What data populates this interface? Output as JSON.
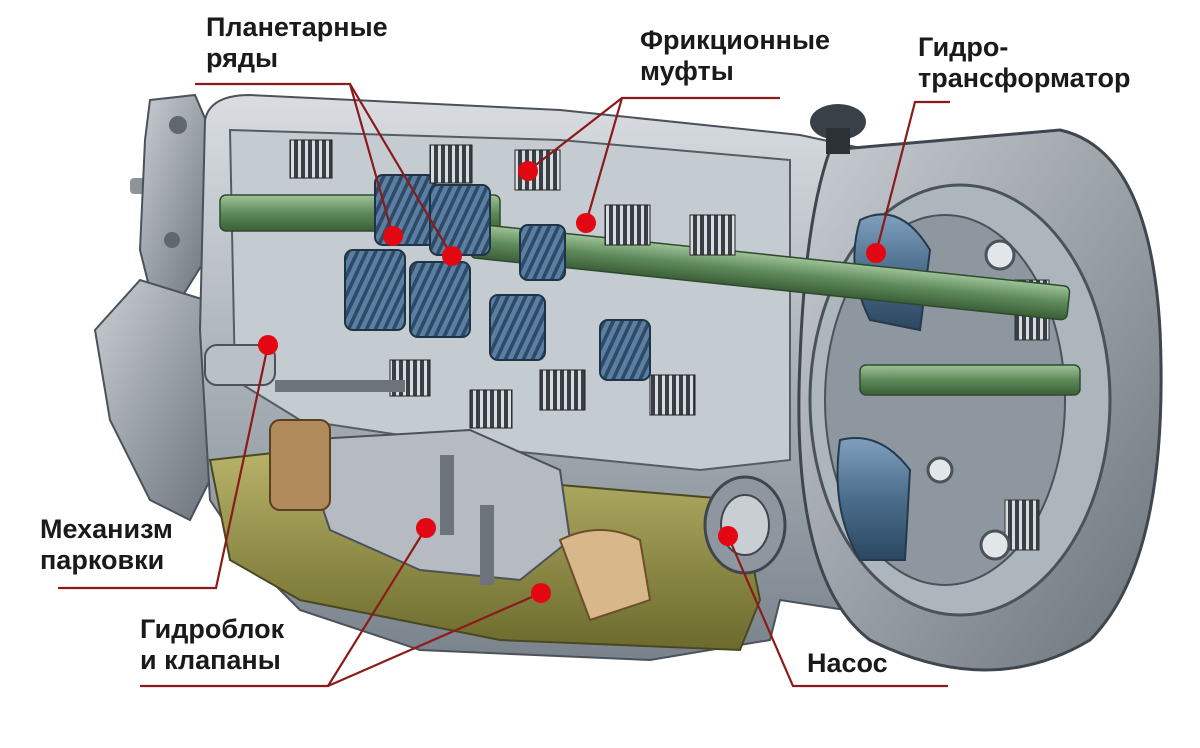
{
  "labels": {
    "planetary": {
      "line1": "Планетарные",
      "line2": "ряды"
    },
    "clutches": {
      "line1": "Фрикционные",
      "line2": "муфты"
    },
    "converter": {
      "line1": "Гидро-",
      "line2": "трансформатор"
    },
    "parking": {
      "line1": "Механизм",
      "line2": "парковки"
    },
    "valves": {
      "line1": "Гидроблок",
      "line2": "и клапаны"
    },
    "pump": {
      "line1": "Насос"
    }
  },
  "colors": {
    "leader_line": "#8b1a1a",
    "marker": "#e30613",
    "housing": "#9aa3ab",
    "housing_dark": "#5f6770",
    "gear_blue": "#4a6d8c",
    "shaft_green": "#5e8a5a",
    "oil_pan": "#8c8a3a",
    "text": "#1a1a1a"
  }
}
